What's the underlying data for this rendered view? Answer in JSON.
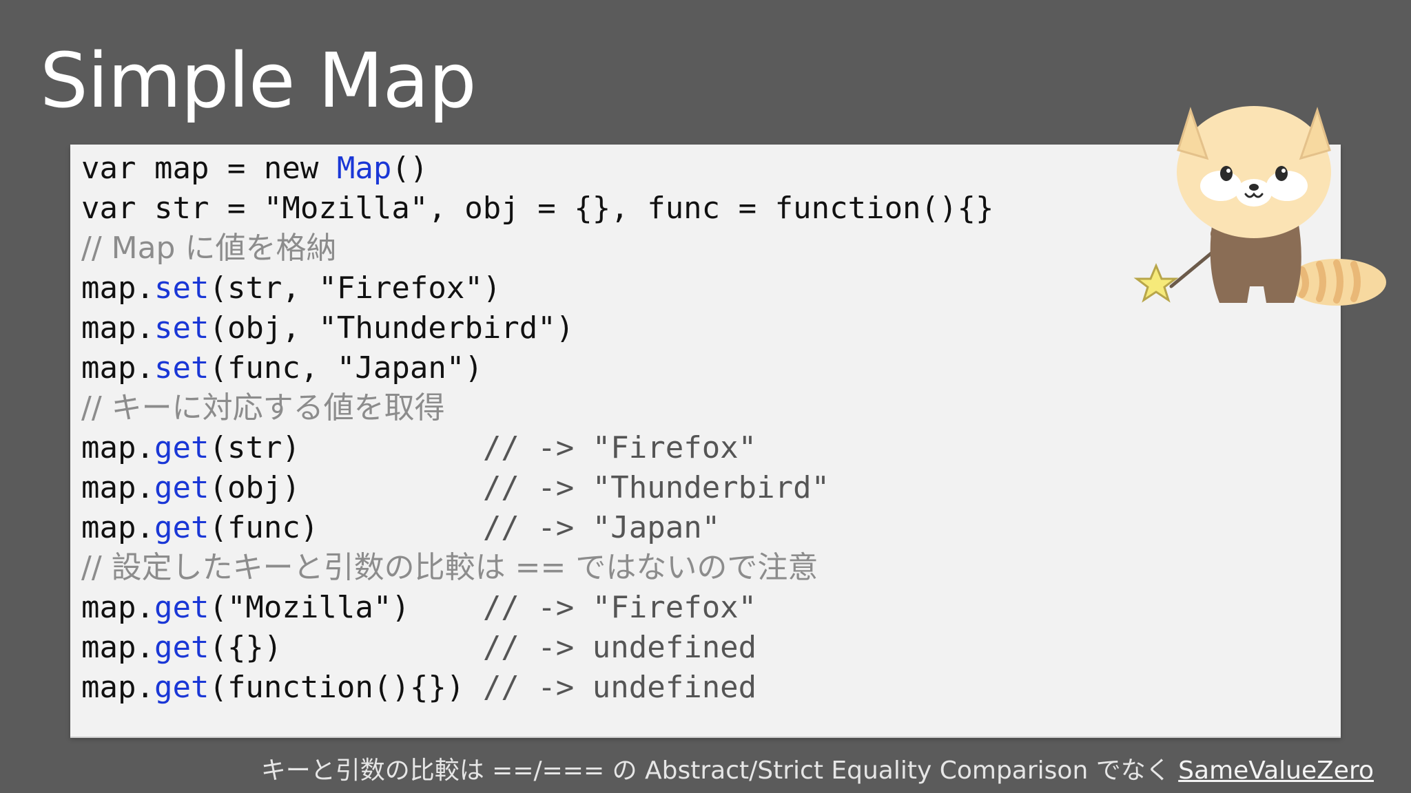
{
  "slide": {
    "title": "Simple Map"
  },
  "code": {
    "lines": [
      {
        "kind": "plain",
        "parts": [
          {
            "t": "var map = new "
          },
          {
            "t": "Map",
            "c": "method"
          },
          {
            "t": "()"
          }
        ]
      },
      {
        "kind": "plain",
        "parts": [
          {
            "t": "var str = \"Mozilla\", obj = {}, func = function(){}"
          }
        ]
      },
      {
        "kind": "comment",
        "parts": [
          {
            "t": "// Map に値を格納",
            "c": "comment"
          }
        ]
      },
      {
        "kind": "plain",
        "parts": [
          {
            "t": "map."
          },
          {
            "t": "set",
            "c": "method"
          },
          {
            "t": "(str, \"Firefox\")"
          }
        ]
      },
      {
        "kind": "plain",
        "parts": [
          {
            "t": "map."
          },
          {
            "t": "set",
            "c": "method"
          },
          {
            "t": "(obj, \"Thunderbird\")"
          }
        ]
      },
      {
        "kind": "plain",
        "parts": [
          {
            "t": "map."
          },
          {
            "t": "set",
            "c": "method"
          },
          {
            "t": "(func, \"Japan\")"
          }
        ]
      },
      {
        "kind": "comment",
        "parts": [
          {
            "t": "// キーに対応する値を取得",
            "c": "comment"
          }
        ]
      },
      {
        "kind": "plain",
        "parts": [
          {
            "t": "map."
          },
          {
            "t": "get",
            "c": "method"
          },
          {
            "t": "(str)          "
          },
          {
            "t": "// -> \"Firefox\"",
            "c": "result"
          }
        ]
      },
      {
        "kind": "plain",
        "parts": [
          {
            "t": "map."
          },
          {
            "t": "get",
            "c": "method"
          },
          {
            "t": "(obj)          "
          },
          {
            "t": "// -> \"Thunderbird\"",
            "c": "result"
          }
        ]
      },
      {
        "kind": "plain",
        "parts": [
          {
            "t": "map."
          },
          {
            "t": "get",
            "c": "method"
          },
          {
            "t": "(func)         "
          },
          {
            "t": "// -> \"Japan\"",
            "c": "result"
          }
        ]
      },
      {
        "kind": "comment",
        "parts": [
          {
            "t": "// 設定したキーと引数の比較は == ではないので注意",
            "c": "comment"
          }
        ]
      },
      {
        "kind": "plain",
        "parts": [
          {
            "t": "map."
          },
          {
            "t": "get",
            "c": "method"
          },
          {
            "t": "(\"Mozilla\")    "
          },
          {
            "t": "// -> \"Firefox\"",
            "c": "result"
          }
        ]
      },
      {
        "kind": "plain",
        "parts": [
          {
            "t": "map."
          },
          {
            "t": "get",
            "c": "method"
          },
          {
            "t": "({})           "
          },
          {
            "t": "// -> undefined",
            "c": "result"
          }
        ]
      },
      {
        "kind": "plain",
        "parts": [
          {
            "t": "map."
          },
          {
            "t": "get",
            "c": "method"
          },
          {
            "t": "(function(){}) "
          },
          {
            "t": "// -> undefined",
            "c": "result"
          }
        ]
      }
    ]
  },
  "footnote": {
    "prefix": "キーと引数の比較は ==/=== の Abstract/Strict Equality Comparison でなく ",
    "link": "SameValueZero"
  },
  "mascot": {
    "icon": "red-panda-mascot-icon",
    "colors": {
      "fur": "#f7d9a0",
      "body": "#8a6d55",
      "wand_star": "#f6ea7a"
    }
  }
}
